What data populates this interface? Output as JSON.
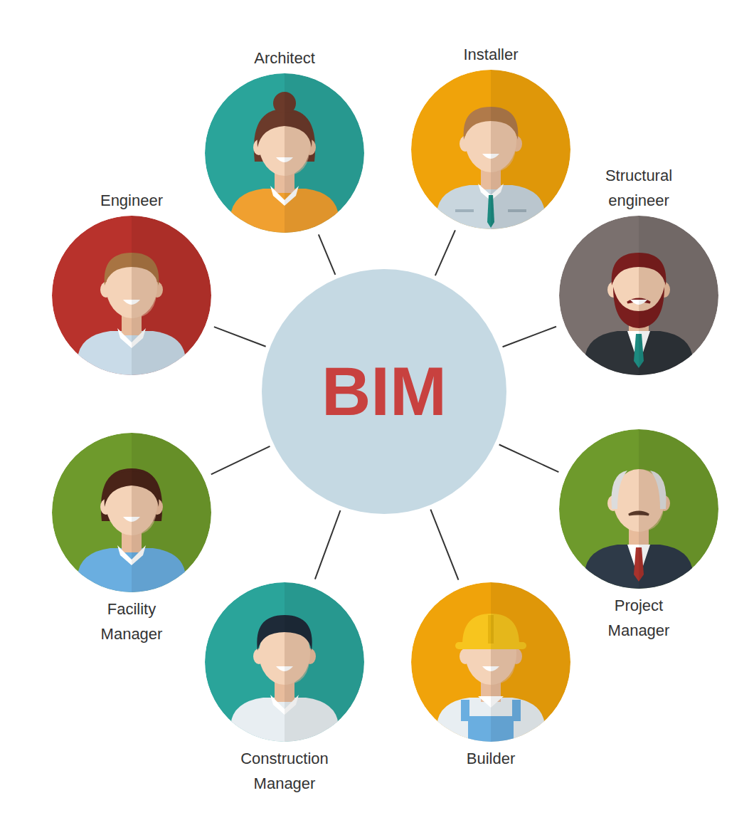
{
  "diagram": {
    "nodes": [
      {
        "text": [
          "Architect"
        ]
      },
      {
        "text": [
          "Installer"
        ]
      },
      {
        "text": [
          "Structural engineer"
        ]
      },
      {
        "text": [
          "Engineer"
        ]
      },
      {
        "text": [
          "BIM"
        ]
      },
      {
        "text": [
          "Project Manager"
        ]
      },
      {
        "text": [
          "Facility Manager"
        ]
      },
      {
        "text": [
          "Construction Manager"
        ]
      },
      {
        "text": [
          "Builder"
        ]
      }
    ],
    "edges": [
      {
        "from": 0,
        "to": 4,
        "arrow": "none"
      },
      {
        "from": 1,
        "to": 4,
        "arrow": "none"
      },
      {
        "from": 2,
        "to": 4,
        "arrow": "none"
      },
      {
        "from": 3,
        "to": 4,
        "arrow": "none"
      },
      {
        "from": 5,
        "to": 4,
        "arrow": "none"
      },
      {
        "from": 6,
        "to": 4,
        "arrow": "none"
      },
      {
        "from": 7,
        "to": 4,
        "arrow": "none"
      },
      {
        "from": 8,
        "to": 4,
        "arrow": "none"
      }
    ]
  }
}
